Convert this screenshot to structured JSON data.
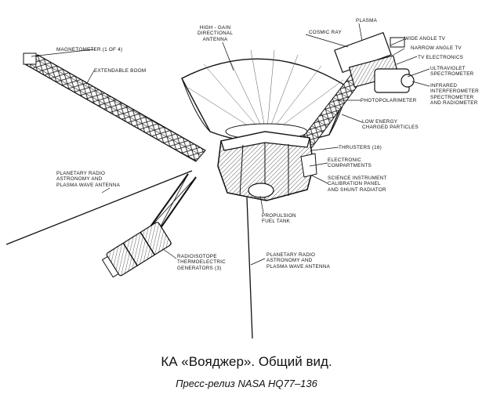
{
  "labels": {
    "magnetometer": "MAGNETOMETER   (1 OF 4)",
    "extendable_boom": "EXTENDABLE BOOM",
    "hga": [
      "HIGH - GAIN",
      "DIRECTIONAL",
      "ANTENNA"
    ],
    "cosmic_ray": "COSMIC RAY",
    "plasma": "PLASMA",
    "wide_angle_tv": "WIDE ANGLE TV",
    "narrow_angle_tv": "NARROW ANGLE TV",
    "tv_electronics": "TV ELECTRONICS",
    "uv_spectrometer": [
      "ULTRAVIOLET",
      "SPECTROMETER"
    ],
    "iris": [
      "INFRARED",
      "INTERFEROMETER",
      "SPECTROMETER",
      "AND RADIOMETER"
    ],
    "photopolarimeter": "PHOTOPOLARIMETER",
    "lecp": [
      "LOW ENERGY",
      "CHARGED PARTICLES"
    ],
    "thrusters": "THRUSTERS  (16)",
    "electronic_compartments": [
      "ELECTRONIC",
      "COMPARTMENTS"
    ],
    "science_calibration": [
      "SCIENCE INSTRUMENT",
      "CALIBRATION PANEL",
      "AND SHUNT RADIATOR"
    ],
    "propulsion_tank": [
      "PROPULSION",
      "FUEL TANK"
    ],
    "pra_left": [
      "PLANETARY RADIO",
      "ASTRONOMY AND",
      "PLASMA WAVE ANTENNA"
    ],
    "rtg": [
      "RADIOISOTOPE",
      "THERMOELECTRIC",
      "GENERATORS  (3)"
    ],
    "pra_bottom": [
      "PLANETARY RADIO",
      "ASTRONOMY AND",
      "PLASMA WAVE ANTENNA"
    ]
  },
  "caption": {
    "title": "КА «Вояджер». Общий вид.",
    "source": "Пресс-релиз NASA HQ77–136"
  }
}
